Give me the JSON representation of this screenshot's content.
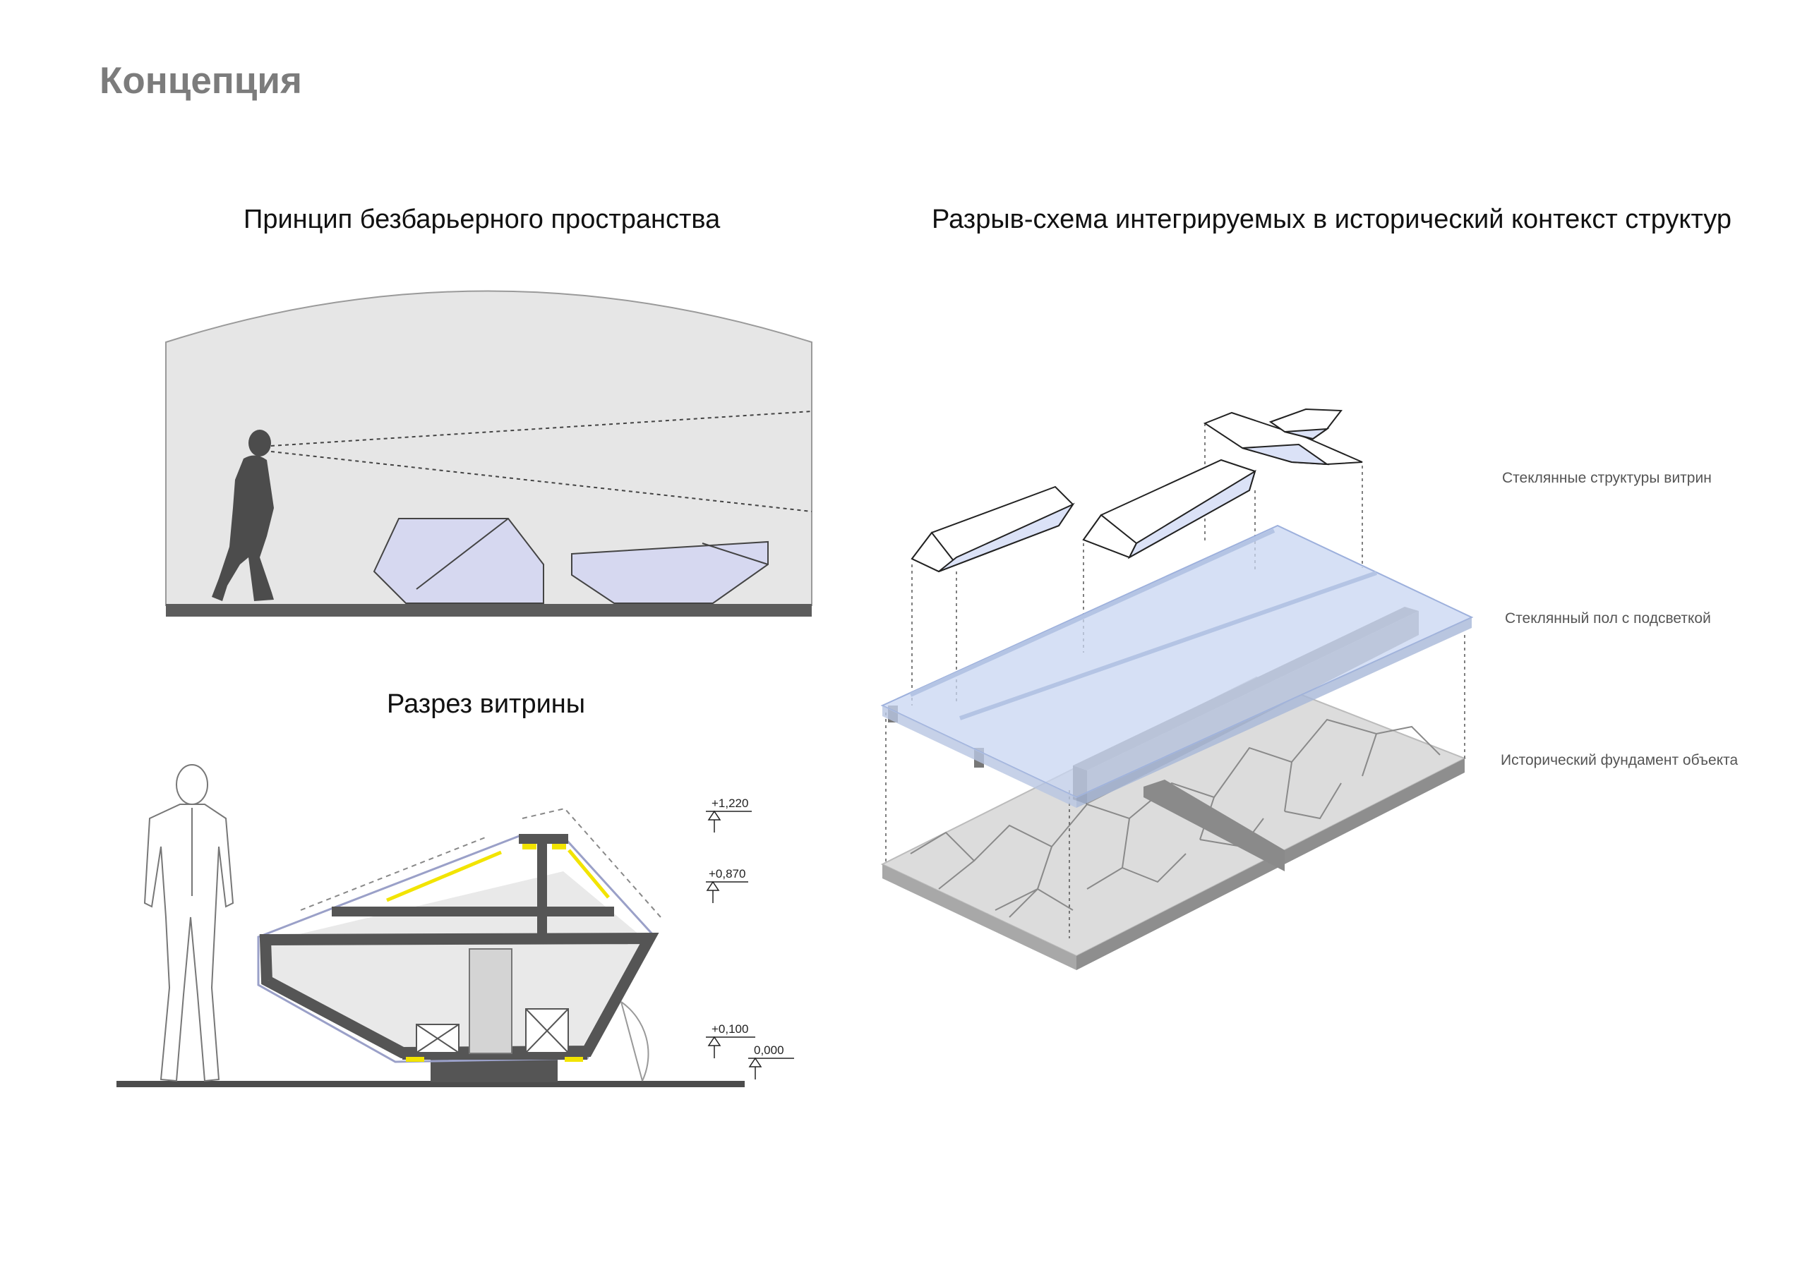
{
  "page": {
    "title": "Концепция"
  },
  "sections": {
    "barrier_free": {
      "title": "Принцип безбарьерного пространства"
    },
    "exploded": {
      "title": "Разрыв-схема интегрируемых в исторический контекст структур"
    },
    "section_cut": {
      "title": "Разрез витрины"
    }
  },
  "layers": {
    "glass_structures": "Стеклянные структуры витрин",
    "glass_floor": "Стеклянный пол с подсветкой",
    "foundation": "Исторический фундамент объекта"
  },
  "elevations": [
    "+1,220",
    "+0,870",
    "+0,100",
    "0,000"
  ],
  "colors": {
    "title_gray": "#7c7c7c",
    "wall_fill": "#e6e6e6",
    "showcase_fill": "#d6d8f0",
    "glass_floor": "#c8d6f2",
    "structure_dark": "#555555",
    "led_yellow": "#f2e400"
  }
}
